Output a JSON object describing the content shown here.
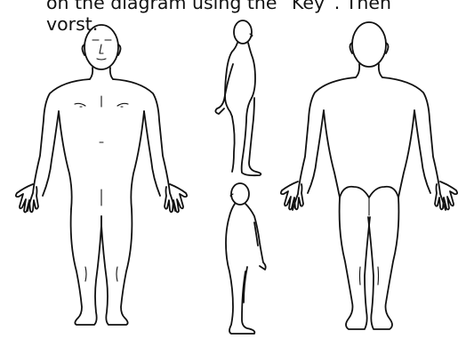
{
  "instructions": {
    "line1": "on the diagram using the “Key”. Then",
    "line2": "vorst."
  },
  "figures": [
    {
      "name": "front-view"
    },
    {
      "name": "side-view-top"
    },
    {
      "name": "side-view-bottom"
    },
    {
      "name": "back-view"
    }
  ]
}
